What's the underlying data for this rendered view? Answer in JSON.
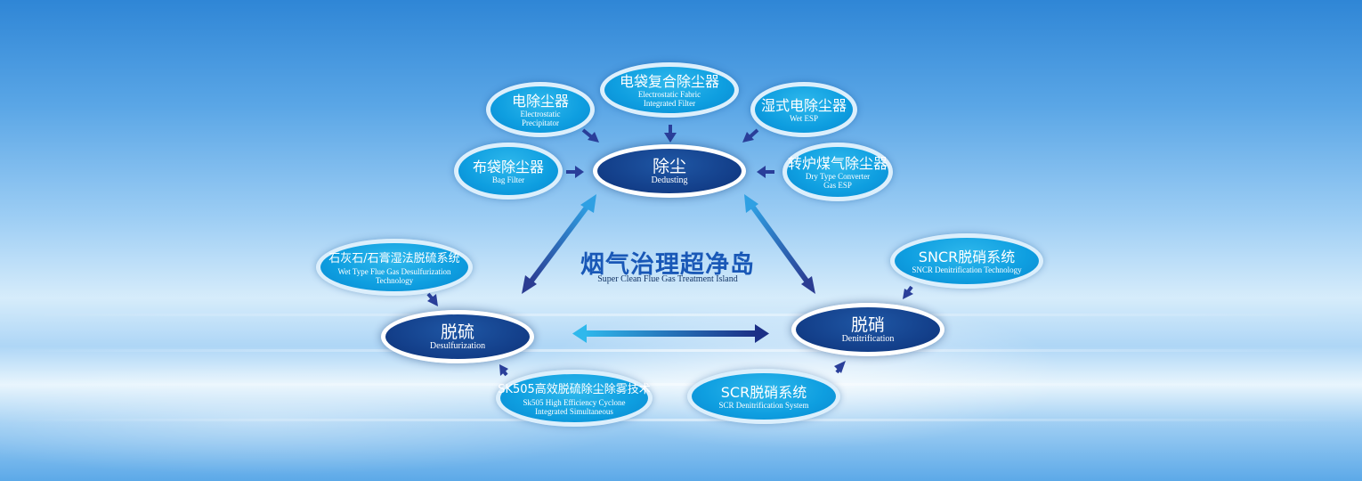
{
  "center": {
    "title": "烟气治理超净岛",
    "subtitle": "Super Clean Flue Gas Treatment Island"
  },
  "main_nodes": {
    "dedusting": {
      "zh": "除尘",
      "en": "Dedusting"
    },
    "desulfurization": {
      "zh": "脱硫",
      "en": "Desulfurization"
    },
    "denitrification": {
      "zh": "脱硝",
      "en": "Denitrification"
    }
  },
  "sub_nodes": {
    "electrostatic_precipitator": {
      "zh": "电除尘器",
      "en": "Electrostatic\nPrecipitator"
    },
    "integrated_filter": {
      "zh": "电袋复合除尘器",
      "en": "Electrostatic Fabric\nIntegrated Filter"
    },
    "wet_esp": {
      "zh": "湿式电除尘器",
      "en": "Wet ESP"
    },
    "bag_filter": {
      "zh": "布袋除尘器",
      "en": "Bag Filter"
    },
    "converter_gas_esp": {
      "zh": "转炉煤气除尘器",
      "en": "Dry Type Converter\nGas ESP"
    },
    "wet_fgd": {
      "zh": "石灰石/石膏湿法脱硫系统",
      "en": "Wet Type Flue Gas Desulfurization\nTechnology"
    },
    "sk505": {
      "zh": "SK505高效脱硫除尘除雾技术",
      "en": "Sk505 High Efficiency Cyclone\nIntegrated Simultaneous"
    },
    "sncr": {
      "zh": "SNCR脱硝系统",
      "en": "SNCR Denitrification Technology"
    },
    "scr": {
      "zh": "SCR脱硝系统",
      "en": "SCR Denitrification System"
    }
  },
  "colors": {
    "main_fill": "#133f8a",
    "sub_fill": "#0e9ee0",
    "title": "#1958b7",
    "arrow": "#2a3f9a"
  }
}
